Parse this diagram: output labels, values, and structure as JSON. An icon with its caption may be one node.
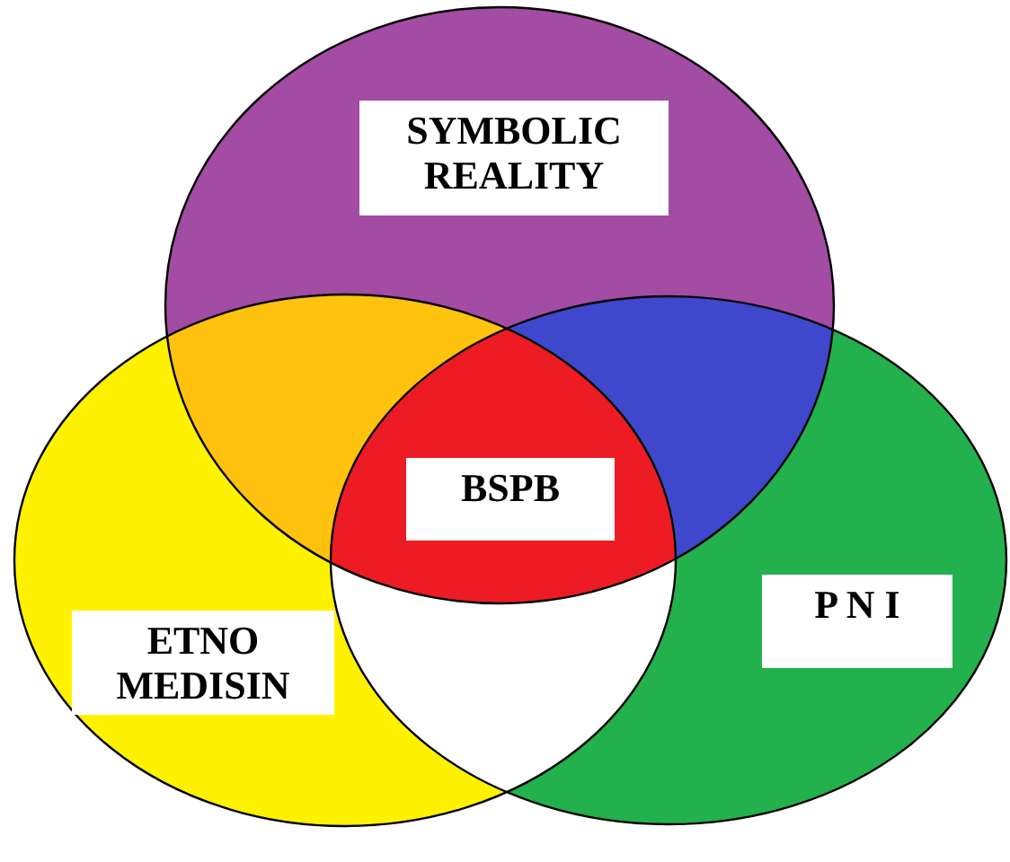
{
  "diagram": {
    "nodes": [
      {
        "text": [
          "SYMBOLIC REALITY"
        ]
      },
      {
        "text": [
          "BSPB"
        ]
      },
      {
        "text": [
          "ETNO MEDISIN"
        ]
      },
      {
        "text": [
          "P N I"
        ]
      }
    ]
  }
}
